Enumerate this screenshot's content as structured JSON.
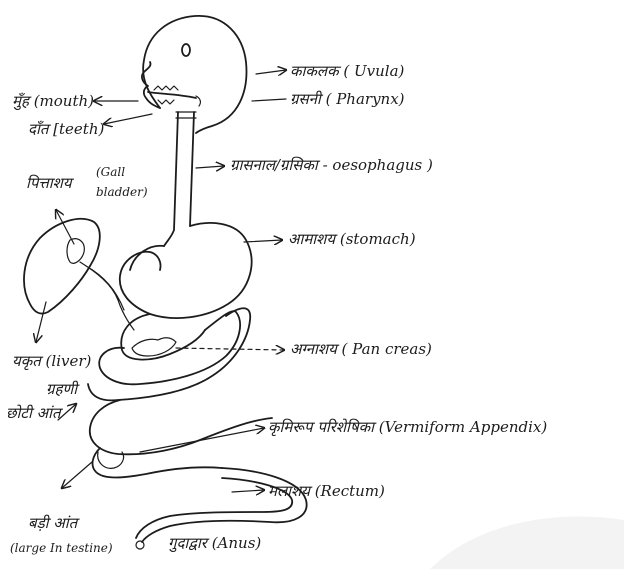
{
  "labels": {
    "uvula": "काकलक ( Uvula)",
    "pharynx": "ग्रसनी ( Pharynx)",
    "mouth": "मुँह (mouth)",
    "teeth": "दाँत [teeth)",
    "gall_bladder_hi": "पित्ताशय",
    "gall_bladder_en1": "(Gall",
    "gall_bladder_en2": "bladder)",
    "oesophagus": "ग्रासनाल/ग्रसिका - oesophagus )",
    "stomach": "आमाशय (stomach)",
    "pancreas": "अग्नाशय ( Pan creas)",
    "liver": "यकृत (liver)",
    "duodenum": "ग्रहणी",
    "small_intestine": "छोटी आंत",
    "appendix": "कृमिरूप परिशेषिका (Vermiform Appendix)",
    "rectum": "मलाशय (Rectum)",
    "large_intestine_hi": "बड़ी आंत",
    "large_intestine_en": "(large In testine)",
    "anus": "गुदाद्वार (Anus)"
  }
}
